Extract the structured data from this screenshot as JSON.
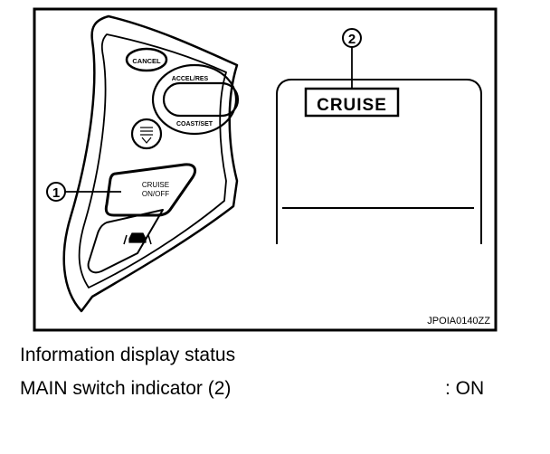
{
  "figure": {
    "id_code": "JPOIA0140ZZ",
    "callout_1": "1",
    "callout_2": "2",
    "display_text": "CRUISE",
    "buttons": {
      "cancel": "CANCEL",
      "accel_res": "ACCEL/RES",
      "coast_set": "COAST/SET",
      "cruise_line1": "CRUISE",
      "cruise_line2": "ON/OFF"
    }
  },
  "caption": {
    "title": "Information display status",
    "item_label": "MAIN switch indicator (2)",
    "item_value": ": ON"
  }
}
